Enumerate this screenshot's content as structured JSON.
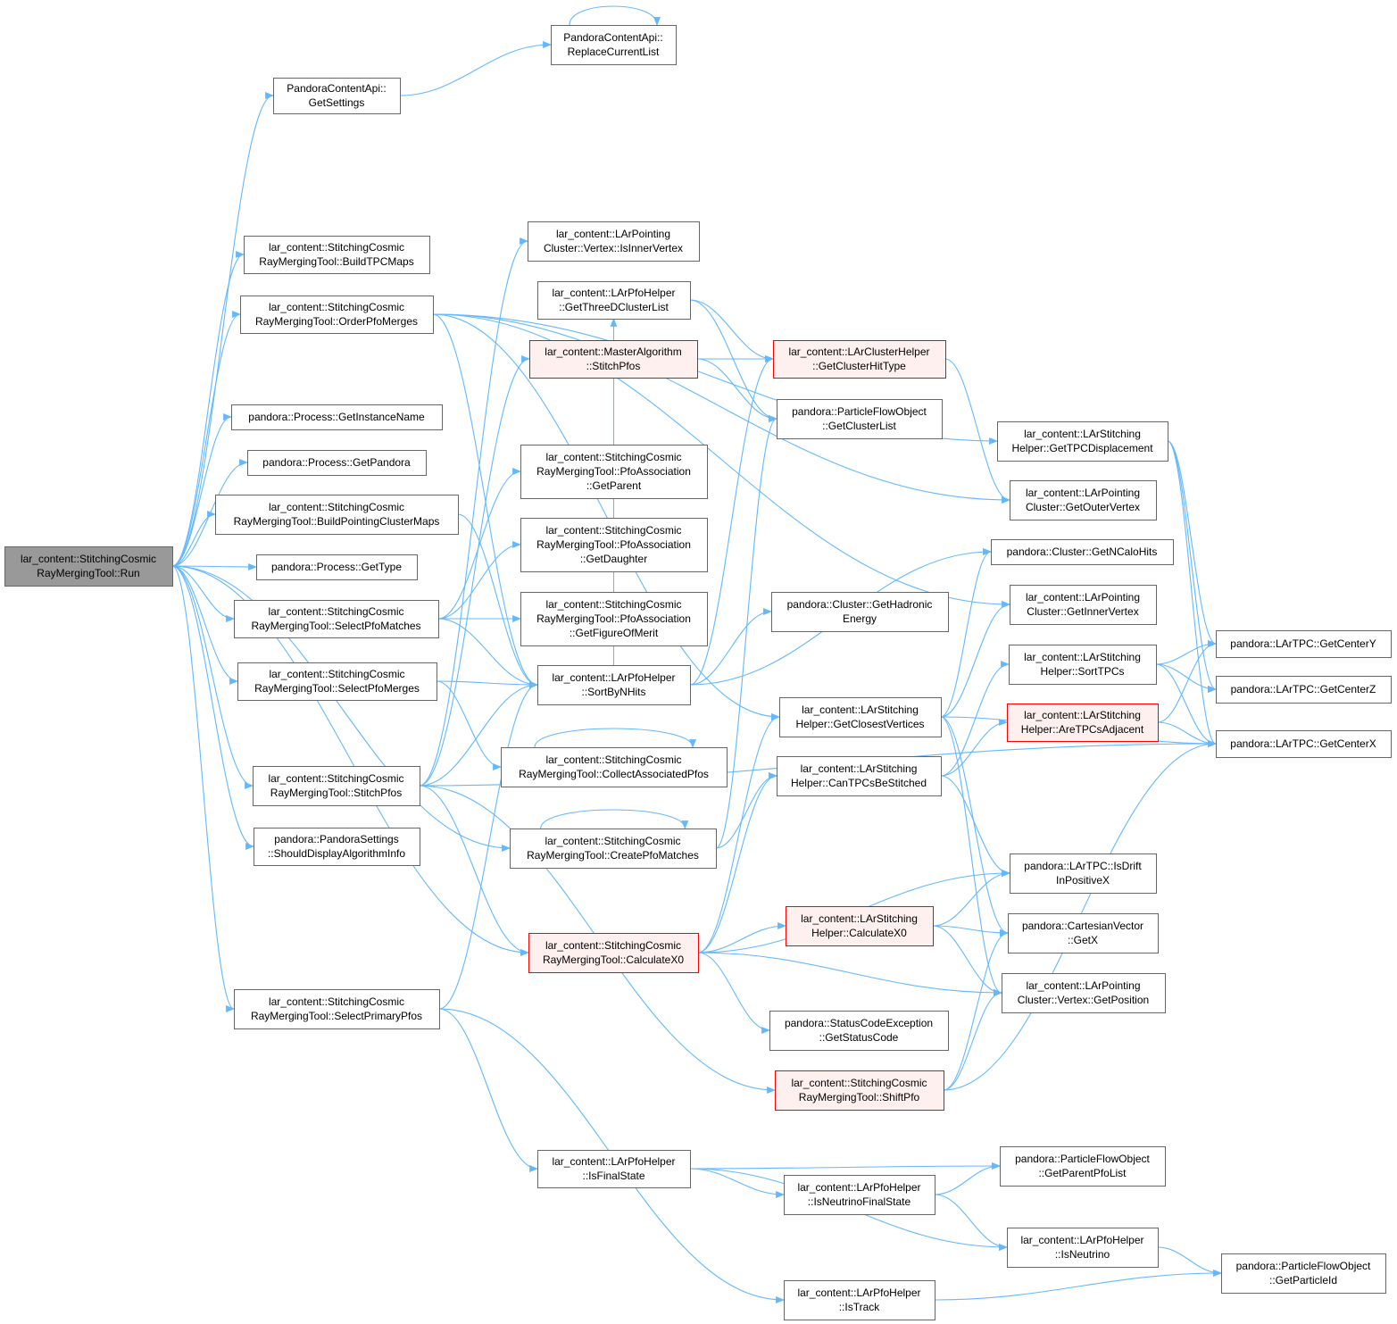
{
  "graph": {
    "nodes": [
      {
        "id": "run",
        "label": [
          "lar_content::StitchingCosmic",
          "RayMergingTool::Run"
        ],
        "style": "root"
      },
      {
        "id": "replace",
        "label": [
          "PandoraContentApi::",
          "ReplaceCurrentList"
        ],
        "style": "normal"
      },
      {
        "id": "getsettings",
        "label": [
          "PandoraContentApi::",
          "GetSettings"
        ],
        "style": "normal"
      },
      {
        "id": "buildtpc",
        "label": [
          "lar_content::StitchingCosmic",
          "RayMergingTool::BuildTPCMaps"
        ],
        "style": "normal"
      },
      {
        "id": "orderpfo",
        "label": [
          "lar_content::StitchingCosmic",
          "RayMergingTool::OrderPfoMerges"
        ],
        "style": "normal"
      },
      {
        "id": "getinstance",
        "label": [
          "pandora::Process::GetInstanceName"
        ],
        "style": "normal"
      },
      {
        "id": "getpandora",
        "label": [
          "pandora::Process::GetPandora"
        ],
        "style": "normal"
      },
      {
        "id": "buildpointing",
        "label": [
          "lar_content::StitchingCosmic",
          "RayMergingTool::BuildPointingClusterMaps"
        ],
        "style": "normal"
      },
      {
        "id": "gettype",
        "label": [
          "pandora::Process::GetType"
        ],
        "style": "normal"
      },
      {
        "id": "selectmatches",
        "label": [
          "lar_content::StitchingCosmic",
          "RayMergingTool::SelectPfoMatches"
        ],
        "style": "normal"
      },
      {
        "id": "selectmerges",
        "label": [
          "lar_content::StitchingCosmic",
          "RayMergingTool::SelectPfoMerges"
        ],
        "style": "normal"
      },
      {
        "id": "stitchpfos",
        "label": [
          "lar_content::StitchingCosmic",
          "RayMergingTool::StitchPfos"
        ],
        "style": "normal"
      },
      {
        "id": "shoulddisplay",
        "label": [
          "pandora::PandoraSettings",
          "::ShouldDisplayAlgorithmInfo"
        ],
        "style": "normal"
      },
      {
        "id": "selectprimary",
        "label": [
          "lar_content::StitchingCosmic",
          "RayMergingTool::SelectPrimaryPfos"
        ],
        "style": "normal"
      },
      {
        "id": "isinnervertex",
        "label": [
          "lar_content::LArPointing",
          "Cluster::Vertex::IsInnerVertex"
        ],
        "style": "normal"
      },
      {
        "id": "get3dcluster",
        "label": [
          "lar_content::LArPfoHelper",
          "::GetThreeDClusterList"
        ],
        "style": "normal"
      },
      {
        "id": "masterstitch",
        "label": [
          "lar_content::MasterAlgorithm",
          "::StitchPfos"
        ],
        "style": "red"
      },
      {
        "id": "getparent",
        "label": [
          "lar_content::StitchingCosmic",
          "RayMergingTool::PfoAssociation",
          "::GetParent"
        ],
        "style": "normal"
      },
      {
        "id": "getdaughter",
        "label": [
          "lar_content::StitchingCosmic",
          "RayMergingTool::PfoAssociation",
          "::GetDaughter"
        ],
        "style": "normal"
      },
      {
        "id": "getfom",
        "label": [
          "lar_content::StitchingCosmic",
          "RayMergingTool::PfoAssociation",
          "::GetFigureOfMerit"
        ],
        "style": "normal"
      },
      {
        "id": "sortbynhits",
        "label": [
          "lar_content::LArPfoHelper",
          "::SortByNHits"
        ],
        "style": "normal"
      },
      {
        "id": "collect",
        "label": [
          "lar_content::StitchingCosmic",
          "RayMergingTool::CollectAssociatedPfos"
        ],
        "style": "normal"
      },
      {
        "id": "creatematches",
        "label": [
          "lar_content::StitchingCosmic",
          "RayMergingTool::CreatePfoMatches"
        ],
        "style": "normal"
      },
      {
        "id": "calcx0tool",
        "label": [
          "lar_content::StitchingCosmic",
          "RayMergingTool::CalculateX0"
        ],
        "style": "red"
      },
      {
        "id": "isfinalstate",
        "label": [
          "lar_content::LArPfoHelper",
          "::IsFinalState"
        ],
        "style": "normal"
      },
      {
        "id": "clusterhittype",
        "label": [
          "lar_content::LArClusterHelper",
          "::GetClusterHitType"
        ],
        "style": "red"
      },
      {
        "id": "getclusterlist",
        "label": [
          "pandora::ParticleFlowObject",
          "::GetClusterList"
        ],
        "style": "normal"
      },
      {
        "id": "hadronic",
        "label": [
          "pandora::Cluster::GetHadronic",
          "Energy"
        ],
        "style": "normal"
      },
      {
        "id": "closestvert",
        "label": [
          "lar_content::LArStitching",
          "Helper::GetClosestVertices"
        ],
        "style": "normal"
      },
      {
        "id": "canstitch",
        "label": [
          "lar_content::LArStitching",
          "Helper::CanTPCsBeStitched"
        ],
        "style": "normal"
      },
      {
        "id": "calcx0helper",
        "label": [
          "lar_content::LArStitching",
          "Helper::CalculateX0"
        ],
        "style": "red"
      },
      {
        "id": "statuscode",
        "label": [
          "pandora::StatusCodeException",
          "::GetStatusCode"
        ],
        "style": "normal"
      },
      {
        "id": "shiftpfo",
        "label": [
          "lar_content::StitchingCosmic",
          "RayMergingTool::ShiftPfo"
        ],
        "style": "red"
      },
      {
        "id": "isnufinal",
        "label": [
          "lar_content::LArPfoHelper",
          "::IsNeutrinoFinalState"
        ],
        "style": "normal"
      },
      {
        "id": "istrack",
        "label": [
          "lar_content::LArPfoHelper",
          "::IsTrack"
        ],
        "style": "normal"
      },
      {
        "id": "tpcdisp",
        "label": [
          "lar_content::LArStitching",
          "Helper::GetTPCDisplacement"
        ],
        "style": "normal"
      },
      {
        "id": "outervertex",
        "label": [
          "lar_content::LArPointing",
          "Cluster::GetOuterVertex"
        ],
        "style": "normal"
      },
      {
        "id": "ncalohits",
        "label": [
          "pandora::Cluster::GetNCaloHits"
        ],
        "style": "normal"
      },
      {
        "id": "innervertex",
        "label": [
          "lar_content::LArPointing",
          "Cluster::GetInnerVertex"
        ],
        "style": "normal"
      },
      {
        "id": "sorttpcs",
        "label": [
          "lar_content::LArStitching",
          "Helper::SortTPCs"
        ],
        "style": "normal"
      },
      {
        "id": "adjacent",
        "label": [
          "lar_content::LArStitching",
          "Helper::AreTPCsAdjacent"
        ],
        "style": "red"
      },
      {
        "id": "isdrift",
        "label": [
          "pandora::LArTPC::IsDrift",
          "InPositiveX"
        ],
        "style": "normal"
      },
      {
        "id": "cartx",
        "label": [
          "pandora::CartesianVector",
          "::GetX"
        ],
        "style": "normal"
      },
      {
        "id": "vertpos",
        "label": [
          "lar_content::LArPointing",
          "Cluster::Vertex::GetPosition"
        ],
        "style": "normal"
      },
      {
        "id": "parentlist",
        "label": [
          "pandora::ParticleFlowObject",
          "::GetParentPfoList"
        ],
        "style": "normal"
      },
      {
        "id": "isneutrino",
        "label": [
          "lar_content::LArPfoHelper",
          "::IsNeutrino"
        ],
        "style": "normal"
      },
      {
        "id": "centery",
        "label": [
          "pandora::LArTPC::GetCenterY"
        ],
        "style": "normal"
      },
      {
        "id": "centerz",
        "label": [
          "pandora::LArTPC::GetCenterZ"
        ],
        "style": "normal"
      },
      {
        "id": "centerx",
        "label": [
          "pandora::LArTPC::GetCenterX"
        ],
        "style": "normal"
      },
      {
        "id": "particleid",
        "label": [
          "pandora::ParticleFlowObject",
          "::GetParticleId"
        ],
        "style": "normal"
      }
    ],
    "edges": [
      [
        "run",
        "getsettings"
      ],
      [
        "run",
        "buildtpc"
      ],
      [
        "run",
        "orderpfo"
      ],
      [
        "run",
        "getinstance"
      ],
      [
        "run",
        "getpandora"
      ],
      [
        "run",
        "buildpointing"
      ],
      [
        "run",
        "gettype"
      ],
      [
        "run",
        "selectmatches"
      ],
      [
        "run",
        "selectmerges"
      ],
      [
        "run",
        "stitchpfos"
      ],
      [
        "run",
        "shoulddisplay"
      ],
      [
        "run",
        "selectprimary"
      ],
      [
        "run",
        "creatematches"
      ],
      [
        "run",
        "calcx0tool"
      ],
      [
        "getsettings",
        "replace"
      ],
      [
        "replace",
        "replace"
      ],
      [
        "orderpfo",
        "tpcdisp"
      ],
      [
        "orderpfo",
        "innervertex"
      ],
      [
        "orderpfo",
        "outervertex"
      ],
      [
        "orderpfo",
        "closestvert"
      ],
      [
        "orderpfo",
        "sortbynhits"
      ],
      [
        "buildpointing",
        "sortbynhits"
      ],
      [
        "selectmatches",
        "getdaughter"
      ],
      [
        "selectmatches",
        "getfom"
      ],
      [
        "selectmatches",
        "getparent"
      ],
      [
        "selectmatches",
        "sortbynhits"
      ],
      [
        "selectmerges",
        "sortbynhits"
      ],
      [
        "selectmerges",
        "collect"
      ],
      [
        "stitchpfos",
        "masterstitch"
      ],
      [
        "stitchpfos",
        "isinnervertex"
      ],
      [
        "stitchpfos",
        "sortbynhits"
      ],
      [
        "stitchpfos",
        "calcx0tool"
      ],
      [
        "stitchpfos",
        "shiftpfo"
      ],
      [
        "stitchpfos",
        "centerx"
      ],
      [
        "selectprimary",
        "isfinalstate"
      ],
      [
        "selectprimary",
        "istrack"
      ],
      [
        "selectprimary",
        "sortbynhits"
      ],
      [
        "get3dcluster",
        "clusterhittype"
      ],
      [
        "get3dcluster",
        "getclusterlist"
      ],
      [
        "masterstitch",
        "clusterhittype"
      ],
      [
        "masterstitch",
        "getclusterlist"
      ],
      [
        "sortbynhits",
        "get3dcluster"
      ],
      [
        "sortbynhits",
        "clusterhittype"
      ],
      [
        "sortbynhits",
        "hadronic"
      ],
      [
        "sortbynhits",
        "ncalohits"
      ],
      [
        "collect",
        "collect"
      ],
      [
        "creatematches",
        "creatematches"
      ],
      [
        "creatematches",
        "canstitch"
      ],
      [
        "creatematches",
        "getclusterlist"
      ],
      [
        "calcx0tool",
        "calcx0helper"
      ],
      [
        "calcx0tool",
        "statuscode"
      ],
      [
        "calcx0tool",
        "vertpos"
      ],
      [
        "calcx0tool",
        "isdrift"
      ],
      [
        "calcx0tool",
        "closestvert"
      ],
      [
        "calcx0tool",
        "canstitch"
      ],
      [
        "clusterhittype",
        "outervertex"
      ],
      [
        "closestvert",
        "innervertex"
      ],
      [
        "closestvert",
        "ncalohits"
      ],
      [
        "closestvert",
        "centerx"
      ],
      [
        "closestvert",
        "cartx"
      ],
      [
        "closestvert",
        "vertpos"
      ],
      [
        "canstitch",
        "sorttpcs"
      ],
      [
        "canstitch",
        "adjacent"
      ],
      [
        "canstitch",
        "isdrift"
      ],
      [
        "calcx0helper",
        "isdrift"
      ],
      [
        "calcx0helper",
        "cartx"
      ],
      [
        "calcx0helper",
        "vertpos"
      ],
      [
        "shiftpfo",
        "vertpos"
      ],
      [
        "shiftpfo",
        "cartx"
      ],
      [
        "shiftpfo",
        "centerx"
      ],
      [
        "tpcdisp",
        "centery"
      ],
      [
        "tpcdisp",
        "centerz"
      ],
      [
        "tpcdisp",
        "centerx"
      ],
      [
        "sorttpcs",
        "centery"
      ],
      [
        "sorttpcs",
        "centerz"
      ],
      [
        "sorttpcs",
        "centerx"
      ],
      [
        "adjacent",
        "centerx"
      ],
      [
        "adjacent",
        "centery"
      ],
      [
        "isfinalstate",
        "parentlist"
      ],
      [
        "isfinalstate",
        "isnufinal"
      ],
      [
        "isfinalstate",
        "isneutrino"
      ],
      [
        "isnufinal",
        "parentlist"
      ],
      [
        "isnufinal",
        "isneutrino"
      ],
      [
        "isneutrino",
        "particleid"
      ],
      [
        "istrack",
        "particleid"
      ]
    ]
  }
}
